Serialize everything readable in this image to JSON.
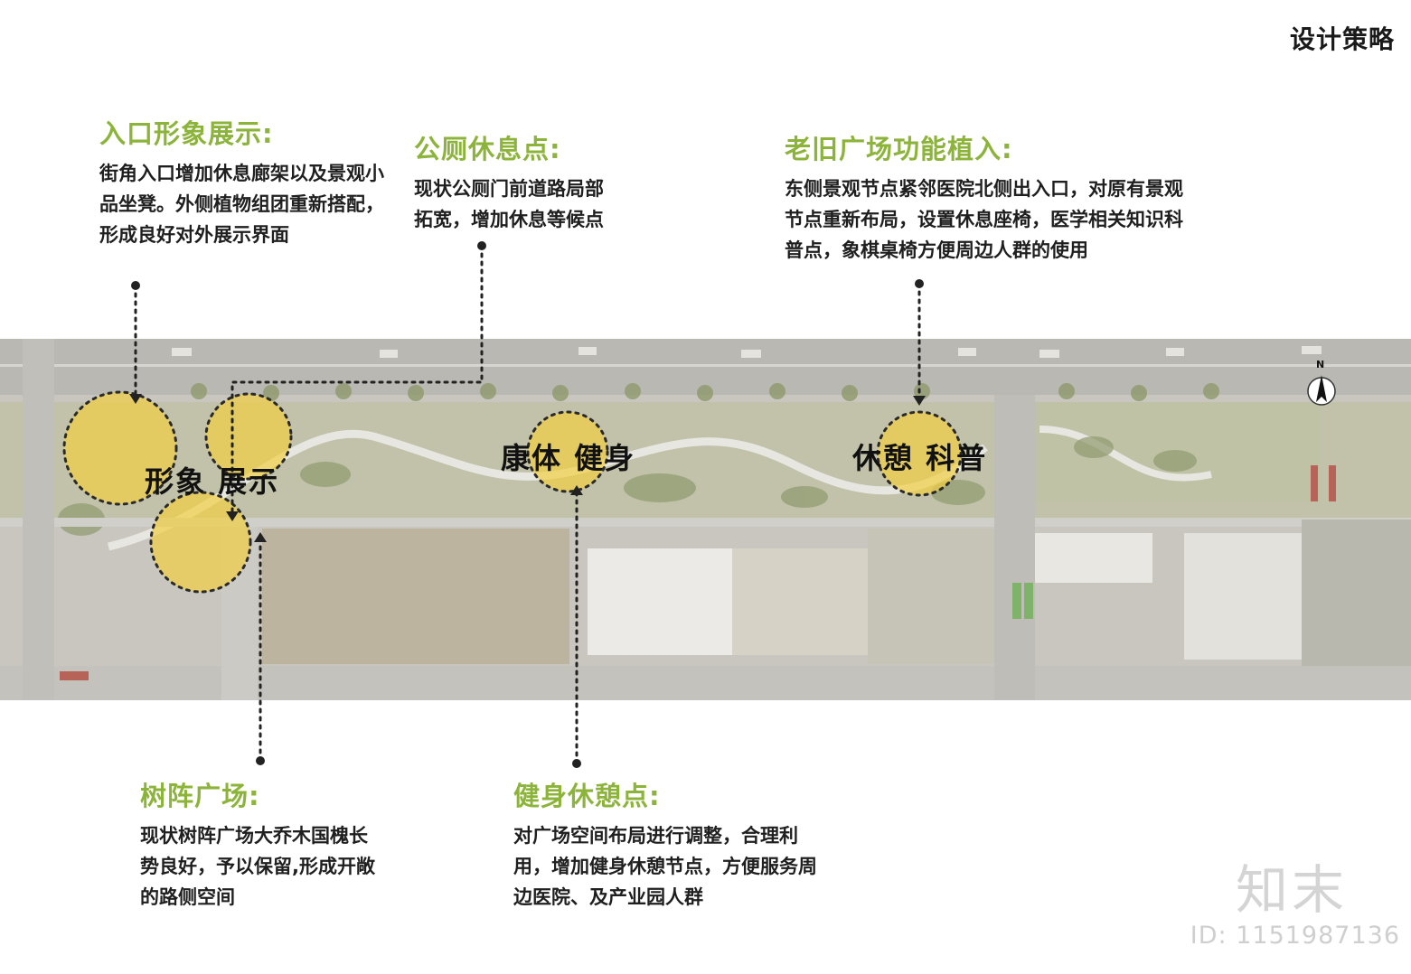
{
  "page_title": "设计策略",
  "annotations": {
    "entrance": {
      "title": "入口形象展示:",
      "body": "街角入口增加休息廊架以及景观小品坐凳。外侧植物组团重新搭配，形成良好对外展示界面"
    },
    "toilet": {
      "title": "公厕休息点:",
      "body": "现状公厕门前道路局部拓宽，增加休息等候点"
    },
    "old_plaza": {
      "title": "老旧广场功能植入:",
      "body": "东侧景观节点紧邻医院北侧出入口，对原有景观节点重新布局，设置休息座椅，医学相关知识科普点，象棋桌椅方便周边人群的使用"
    },
    "tree_plaza": {
      "title": "树阵广场:",
      "body": "现状树阵广场大乔木国槐长势良好，予以保留,形成开敞的路侧空间"
    },
    "fitness": {
      "title": "健身休憩点:",
      "body": "对广场空间布局进行调整，合理利用，增加健身休憩节点，方便服务周边医院、及产业园人群"
    }
  },
  "zones": {
    "image_display": "形象 展示",
    "health_fitness": "康体 健身",
    "rest_science": "休憩 科普"
  },
  "compass_label": "N",
  "colors": {
    "accent_green": "#8cb43a",
    "highlight_circle": "#f1cf43",
    "leader_line": "#222222"
  },
  "watermark": {
    "brand": "知末",
    "id": "ID: 1151987136"
  }
}
